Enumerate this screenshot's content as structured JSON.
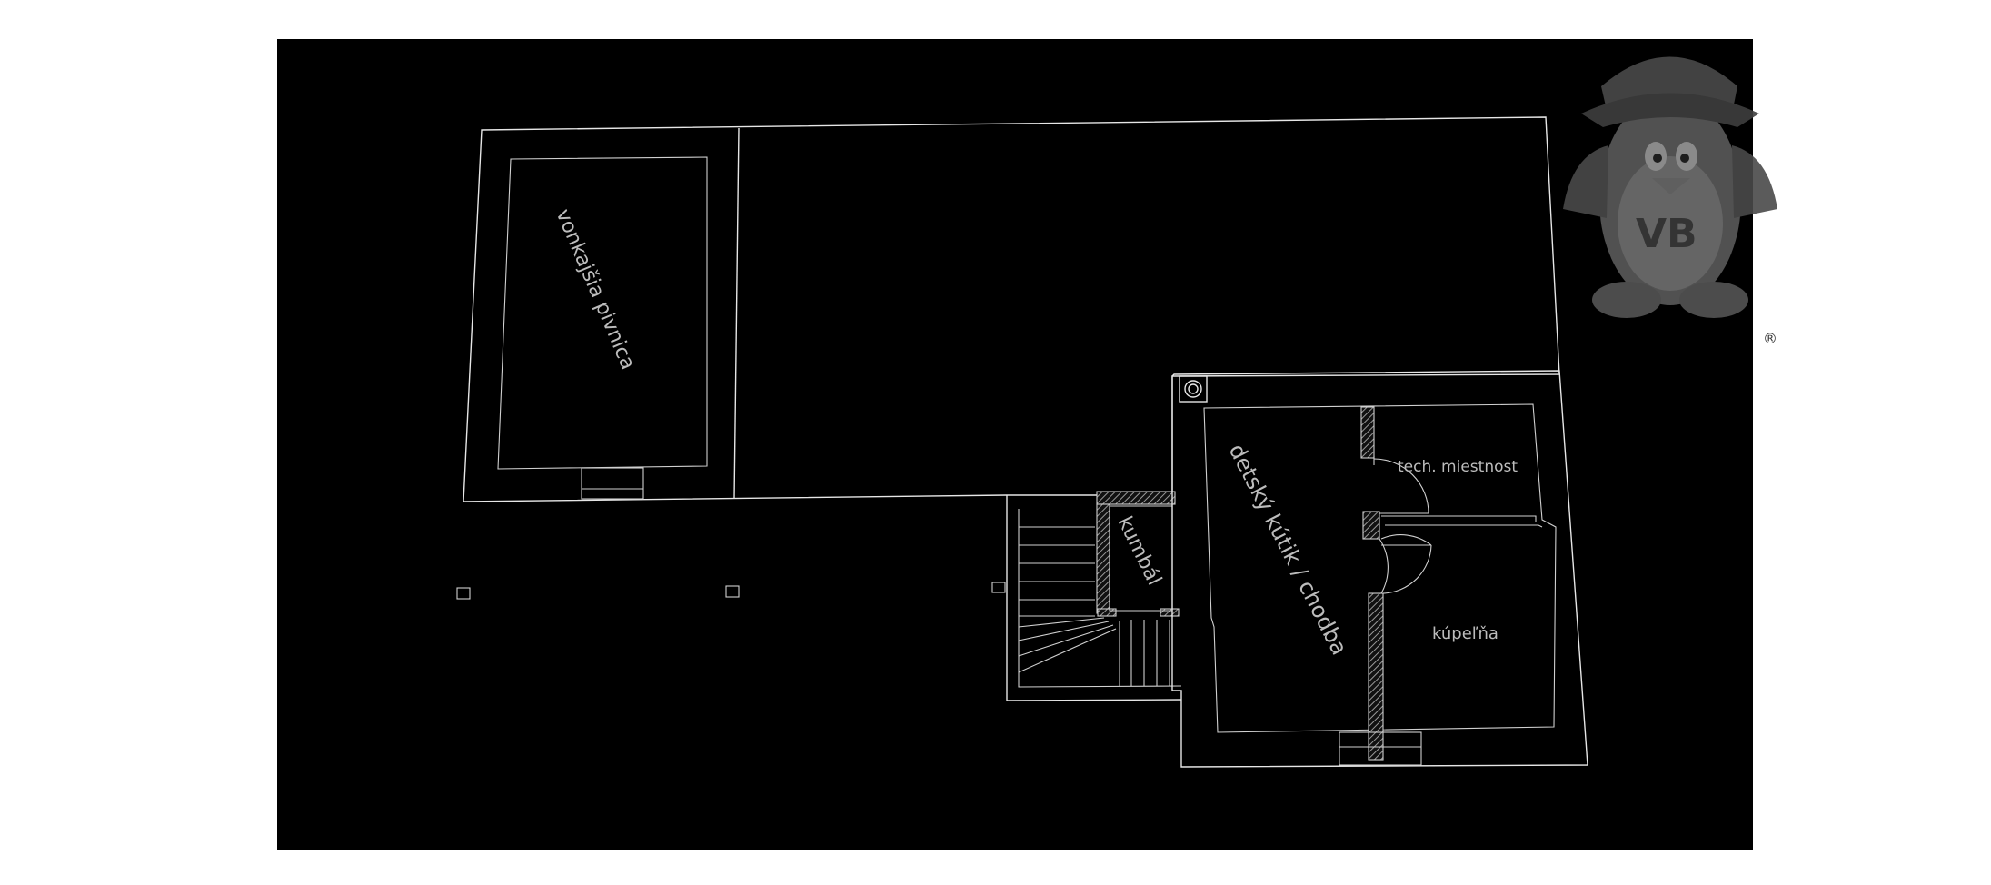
{
  "rooms": {
    "outer_cellar": "vonkajšia pivnica",
    "storage": "kumbál",
    "kids_corner": "detský kútik / chodba",
    "tech_room": "tech. miestnost",
    "bathroom": "kúpeľňa"
  },
  "watermark": {
    "initials": "VB",
    "registered_mark": "®"
  },
  "colors": {
    "background": "#000000",
    "lines": "#e6e6e6",
    "labels": "#bcbcbc",
    "watermark": "#5a5a5a"
  },
  "icons": [
    "chimney-icon",
    "penguin-logo-icon"
  ]
}
